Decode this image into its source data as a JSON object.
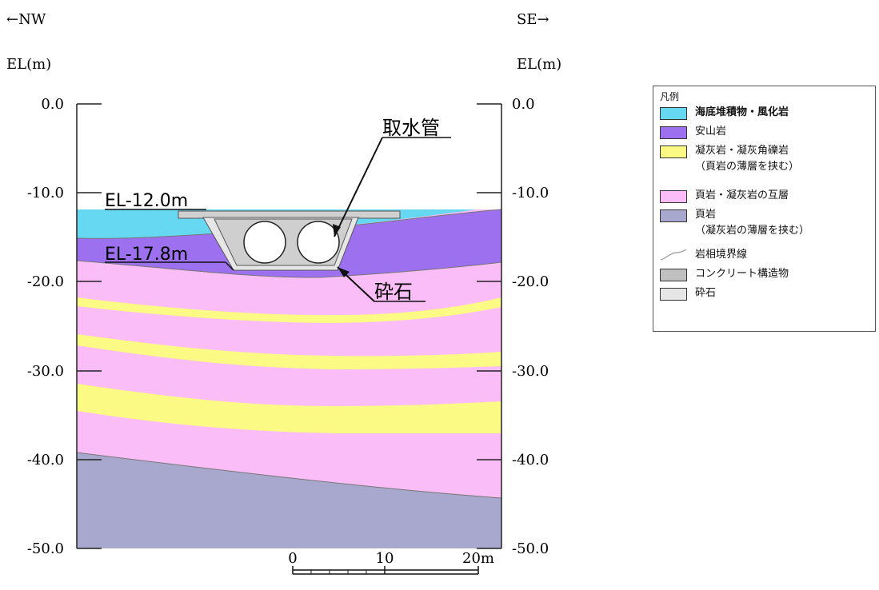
{
  "direction": {
    "left": "←NW",
    "right": "SE→"
  },
  "axis": {
    "unit_label": "EL(m)",
    "ticks": [
      "0.0",
      "-10.0",
      "-20.0",
      "-30.0",
      "-40.0",
      "-50.0"
    ]
  },
  "annotations": {
    "intake_pipe": "取水管",
    "crushed_stone": "砕石",
    "el_top": "EL-12.0m",
    "el_bottom": "EL-17.8m"
  },
  "scale": {
    "ticks": [
      "0",
      "10",
      "20m"
    ]
  },
  "legend": {
    "title": "凡例",
    "items": [
      {
        "label": "海底堆積物・風化岩",
        "note": "",
        "color": "#67d8f2",
        "type": "box"
      },
      {
        "label": "安山岩",
        "note": "",
        "color": "#9c70ee",
        "type": "box"
      },
      {
        "label": "凝灰岩・凝灰角礫岩",
        "note": "（頁岩の薄層を挟む）",
        "color": "#fafa84",
        "type": "box"
      },
      {
        "label": "頁岩・凝灰岩の互層",
        "note": "",
        "color": "#fbbdf8",
        "type": "box"
      },
      {
        "label": "頁岩",
        "note": "（凝灰岩の薄層を挟む）",
        "color": "#a8a8cf",
        "type": "box"
      },
      {
        "label": "岩相境界線",
        "note": "",
        "color": "#aaaaaa",
        "type": "line"
      },
      {
        "label": "コンクリート構造物",
        "note": "",
        "color": "#c0c0c0",
        "type": "box"
      },
      {
        "label": "砕石",
        "note": "",
        "color": "#e6e6e6",
        "type": "box"
      }
    ]
  },
  "colors": {
    "seabed": "#67d8f2",
    "andesite": "#9c70ee",
    "tuff": "#fafa84",
    "alternation": "#fbbdf8",
    "shale": "#a8a8cf",
    "concrete": "#c0c0c0",
    "stone": "#e6e6e6"
  }
}
